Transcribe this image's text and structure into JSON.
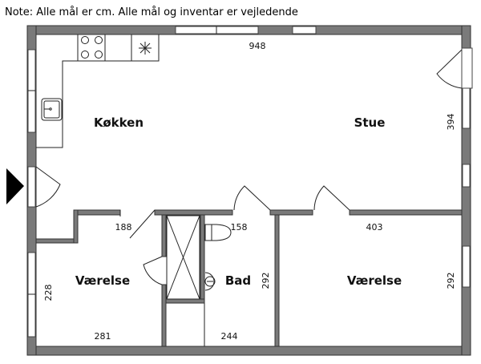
{
  "note": "Note: Alle mål er cm. Alle mål og inventar er vejledende",
  "rooms": {
    "kitchen": "Køkken",
    "living": "Stue",
    "bedroom_left": "Værelse",
    "bath": "Bad",
    "bedroom_right": "Værelse"
  },
  "dimensions": {
    "total_width": "948",
    "living_depth": "394",
    "hall_188": "188",
    "hall_158": "158",
    "bedroom_right_width": "403",
    "bedroom_left_depth": "228",
    "bedroom_left_width": "281",
    "bath_width": "244",
    "bath_depth": "292",
    "bedroom_right_depth": "292"
  },
  "colors": {
    "wall": "#7a7a7a",
    "entry_arrow": "#000000"
  }
}
